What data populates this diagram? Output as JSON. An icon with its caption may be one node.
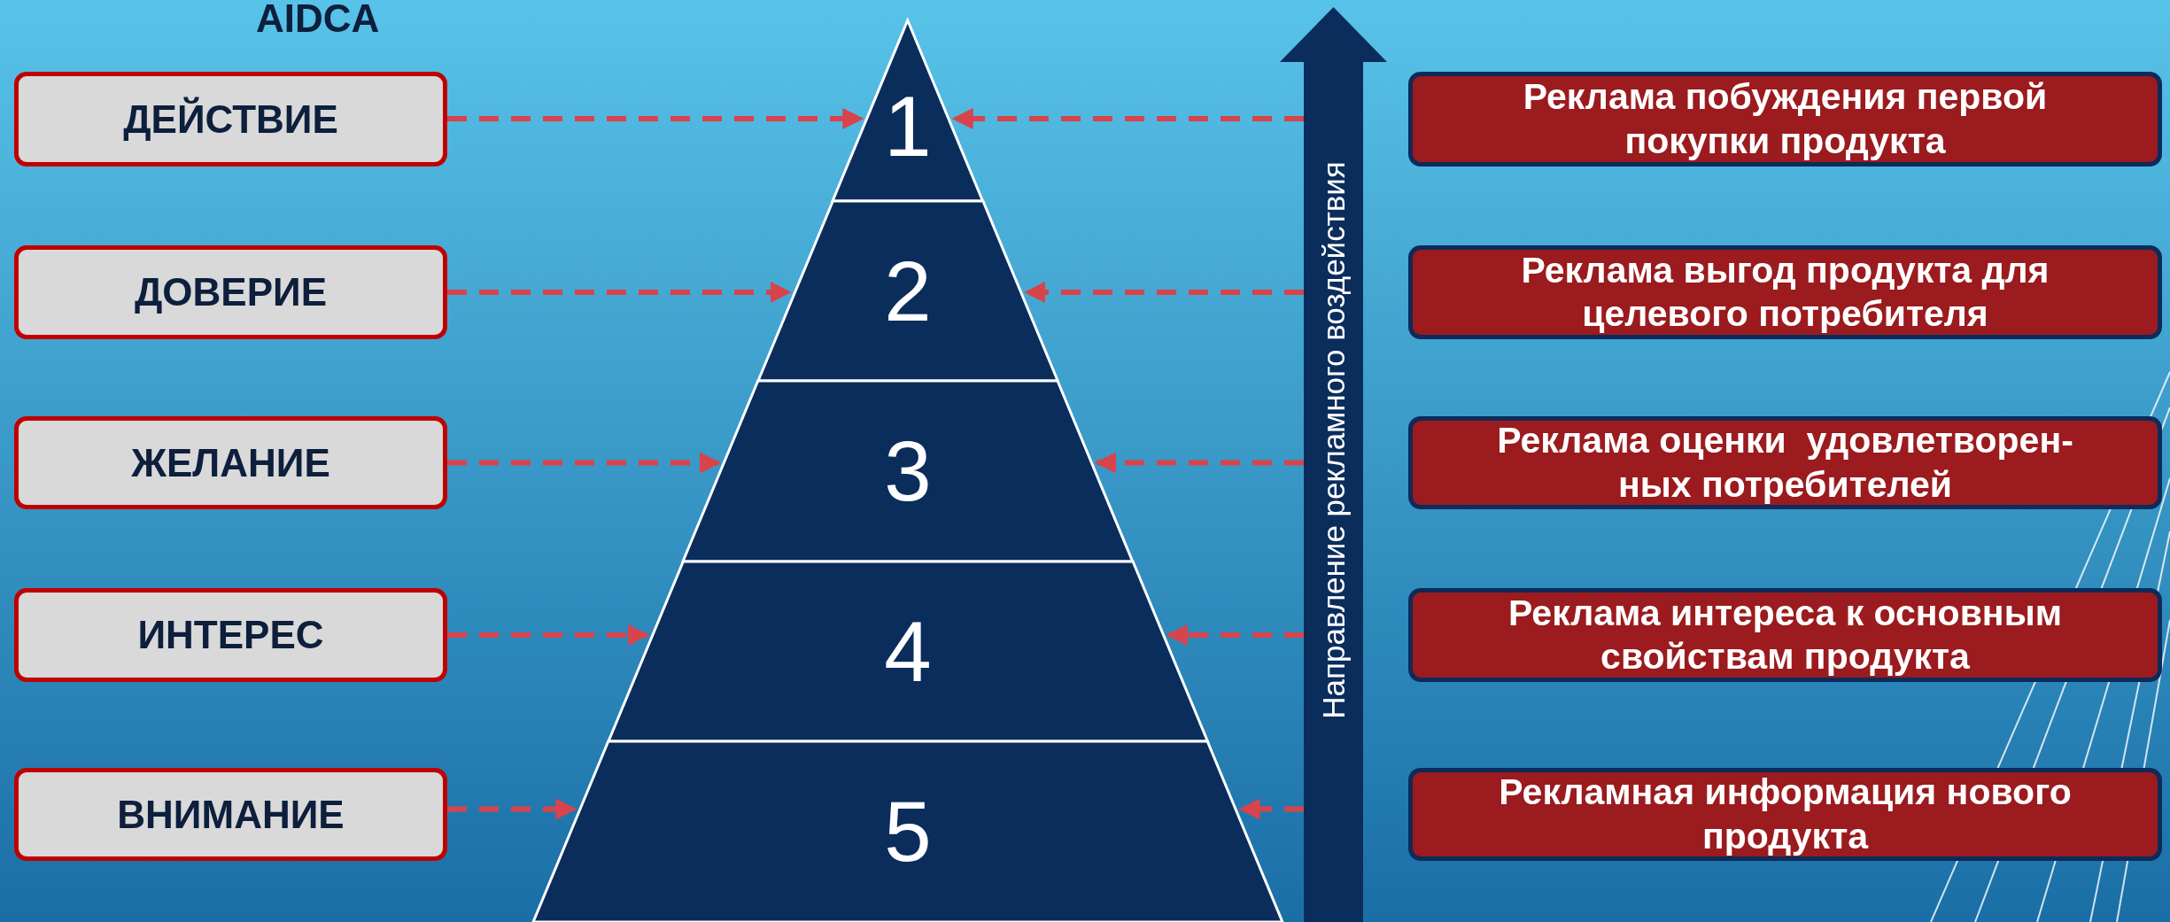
{
  "diagram": {
    "title": "AIDCA",
    "nodes": [
      {
        "text": [
          "ДЕЙСТВИЕ"
        ]
      },
      {
        "text": [
          "ДОВЕРИЕ"
        ]
      },
      {
        "text": [
          "ЖЕЛАНИЕ"
        ]
      },
      {
        "text": [
          "ИНТЕРЕС"
        ]
      },
      {
        "text": [
          "ВНИМАНИЕ"
        ]
      },
      {
        "text": [
          "1"
        ]
      },
      {
        "text": [
          "2"
        ]
      },
      {
        "text": [
          "3"
        ]
      },
      {
        "text": [
          "4"
        ]
      },
      {
        "text": [
          "5"
        ]
      },
      {
        "text": [
          "Реклама побуждения первой покупки продукта"
        ]
      },
      {
        "text": [
          "Реклама выгод продукта для целевого потребителя"
        ]
      },
      {
        "text": [
          "Реклама оценки  удовлетворен- ных потребителей"
        ]
      },
      {
        "text": [
          "Реклама интереса к основным свойствам продукта"
        ]
      },
      {
        "text": [
          "Рекламная информация нового продукта"
        ]
      },
      {
        "text": [
          "Направление рекламного воздействия"
        ]
      }
    ],
    "edges": [
      {
        "from": 0,
        "to": 5,
        "arrow": "to",
        "style": "dashed"
      },
      {
        "from": 1,
        "to": 6,
        "arrow": "to",
        "style": "dashed"
      },
      {
        "from": 2,
        "to": 7,
        "arrow": "to",
        "style": "dashed"
      },
      {
        "from": 3,
        "to": 8,
        "arrow": "to",
        "style": "dashed"
      },
      {
        "from": 4,
        "to": 9,
        "arrow": "to",
        "style": "dashed"
      },
      {
        "from": 15,
        "to": 5,
        "arrow": "to",
        "style": "dashed"
      },
      {
        "from": 15,
        "to": 6,
        "arrow": "to",
        "style": "dashed"
      },
      {
        "from": 15,
        "to": 7,
        "arrow": "to",
        "style": "dashed"
      },
      {
        "from": 15,
        "to": 8,
        "arrow": "to",
        "style": "dashed"
      },
      {
        "from": 15,
        "to": 9,
        "arrow": "to",
        "style": "dashed"
      }
    ]
  }
}
